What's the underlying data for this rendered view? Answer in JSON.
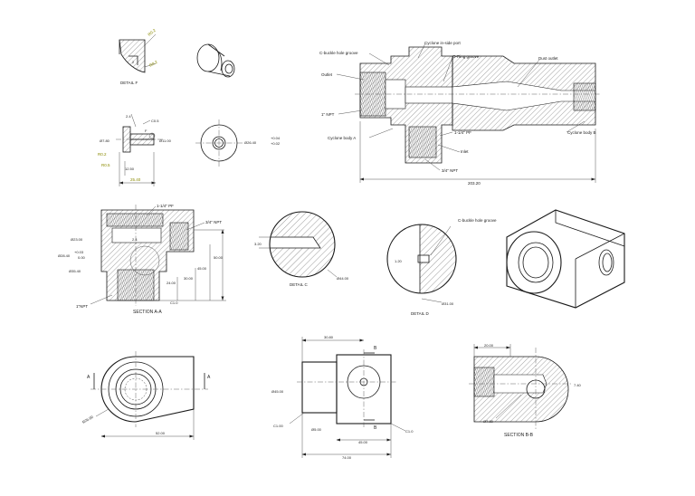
{
  "views": {
    "detail_f": {
      "title": "DETAIL F",
      "dims": [
        "R0.2",
        "R0.2",
        "2"
      ]
    },
    "side_view": {
      "dims": [
        "2.4",
        "C0.5",
        "F",
        "Ø7.80",
        "Ø11.00",
        "R0.2",
        "R0.5",
        "12.50",
        "25.40",
        "Ø26.40",
        "+0.04",
        "+0.02"
      ]
    },
    "main_section": {
      "callouts": {
        "cbuckle_groove": "C-buckle hole groove",
        "inlet_port": "Cyclone in-side port",
        "oring_groove": "O-Ring groove",
        "dust_outlet": "Dust outlet",
        "outlet": "Outlet",
        "npt1": "1\" NPT",
        "pf": "1-1/4\" PF",
        "body_a": "Cyclone body A",
        "inlet": "Inlet",
        "body_b": "Cyclone body B",
        "npt34": "3/4\" NPT"
      },
      "length": "203.20"
    },
    "section_aa": {
      "title": "SECTION A-A",
      "dims": {
        "pf": "1-1/4\" PF",
        "npt34": "3/4\" NPT",
        "d23": "Ø23.00",
        "d28_a": "Ø28.40",
        "tol_a": "+0.03",
        "tol_b": "0.00",
        "d35": "Ø35.40",
        "h50": "50.00",
        "h45": "45.00",
        "h30": "30.00",
        "h24": "24.00",
        "c1": "C1.0",
        "npt1": "1\"NPT",
        "ang": "2.4"
      }
    },
    "detail_c": {
      "title": "DETAIL C",
      "dims": [
        "3.20",
        "Ø44.00"
      ]
    },
    "detail_d": {
      "title": "DETAIL D",
      "callout": "C-buckle hole groove",
      "dims": [
        "1.20",
        "Ø31.00"
      ]
    },
    "front_view": {
      "labels": [
        "A",
        "A"
      ],
      "dims": [
        "R26.00",
        "52.00"
      ]
    },
    "top_view": {
      "labels": [
        "B",
        "B"
      ],
      "dims": [
        "30.80",
        "Ø45.00",
        "C1.00",
        "Ø5.00",
        "C1.0",
        "45.00",
        "74.00"
      ]
    },
    "section_bb": {
      "title": "SECTION B-B",
      "dims": [
        "20.00",
        "7.40",
        "Ø7.80"
      ]
    }
  }
}
